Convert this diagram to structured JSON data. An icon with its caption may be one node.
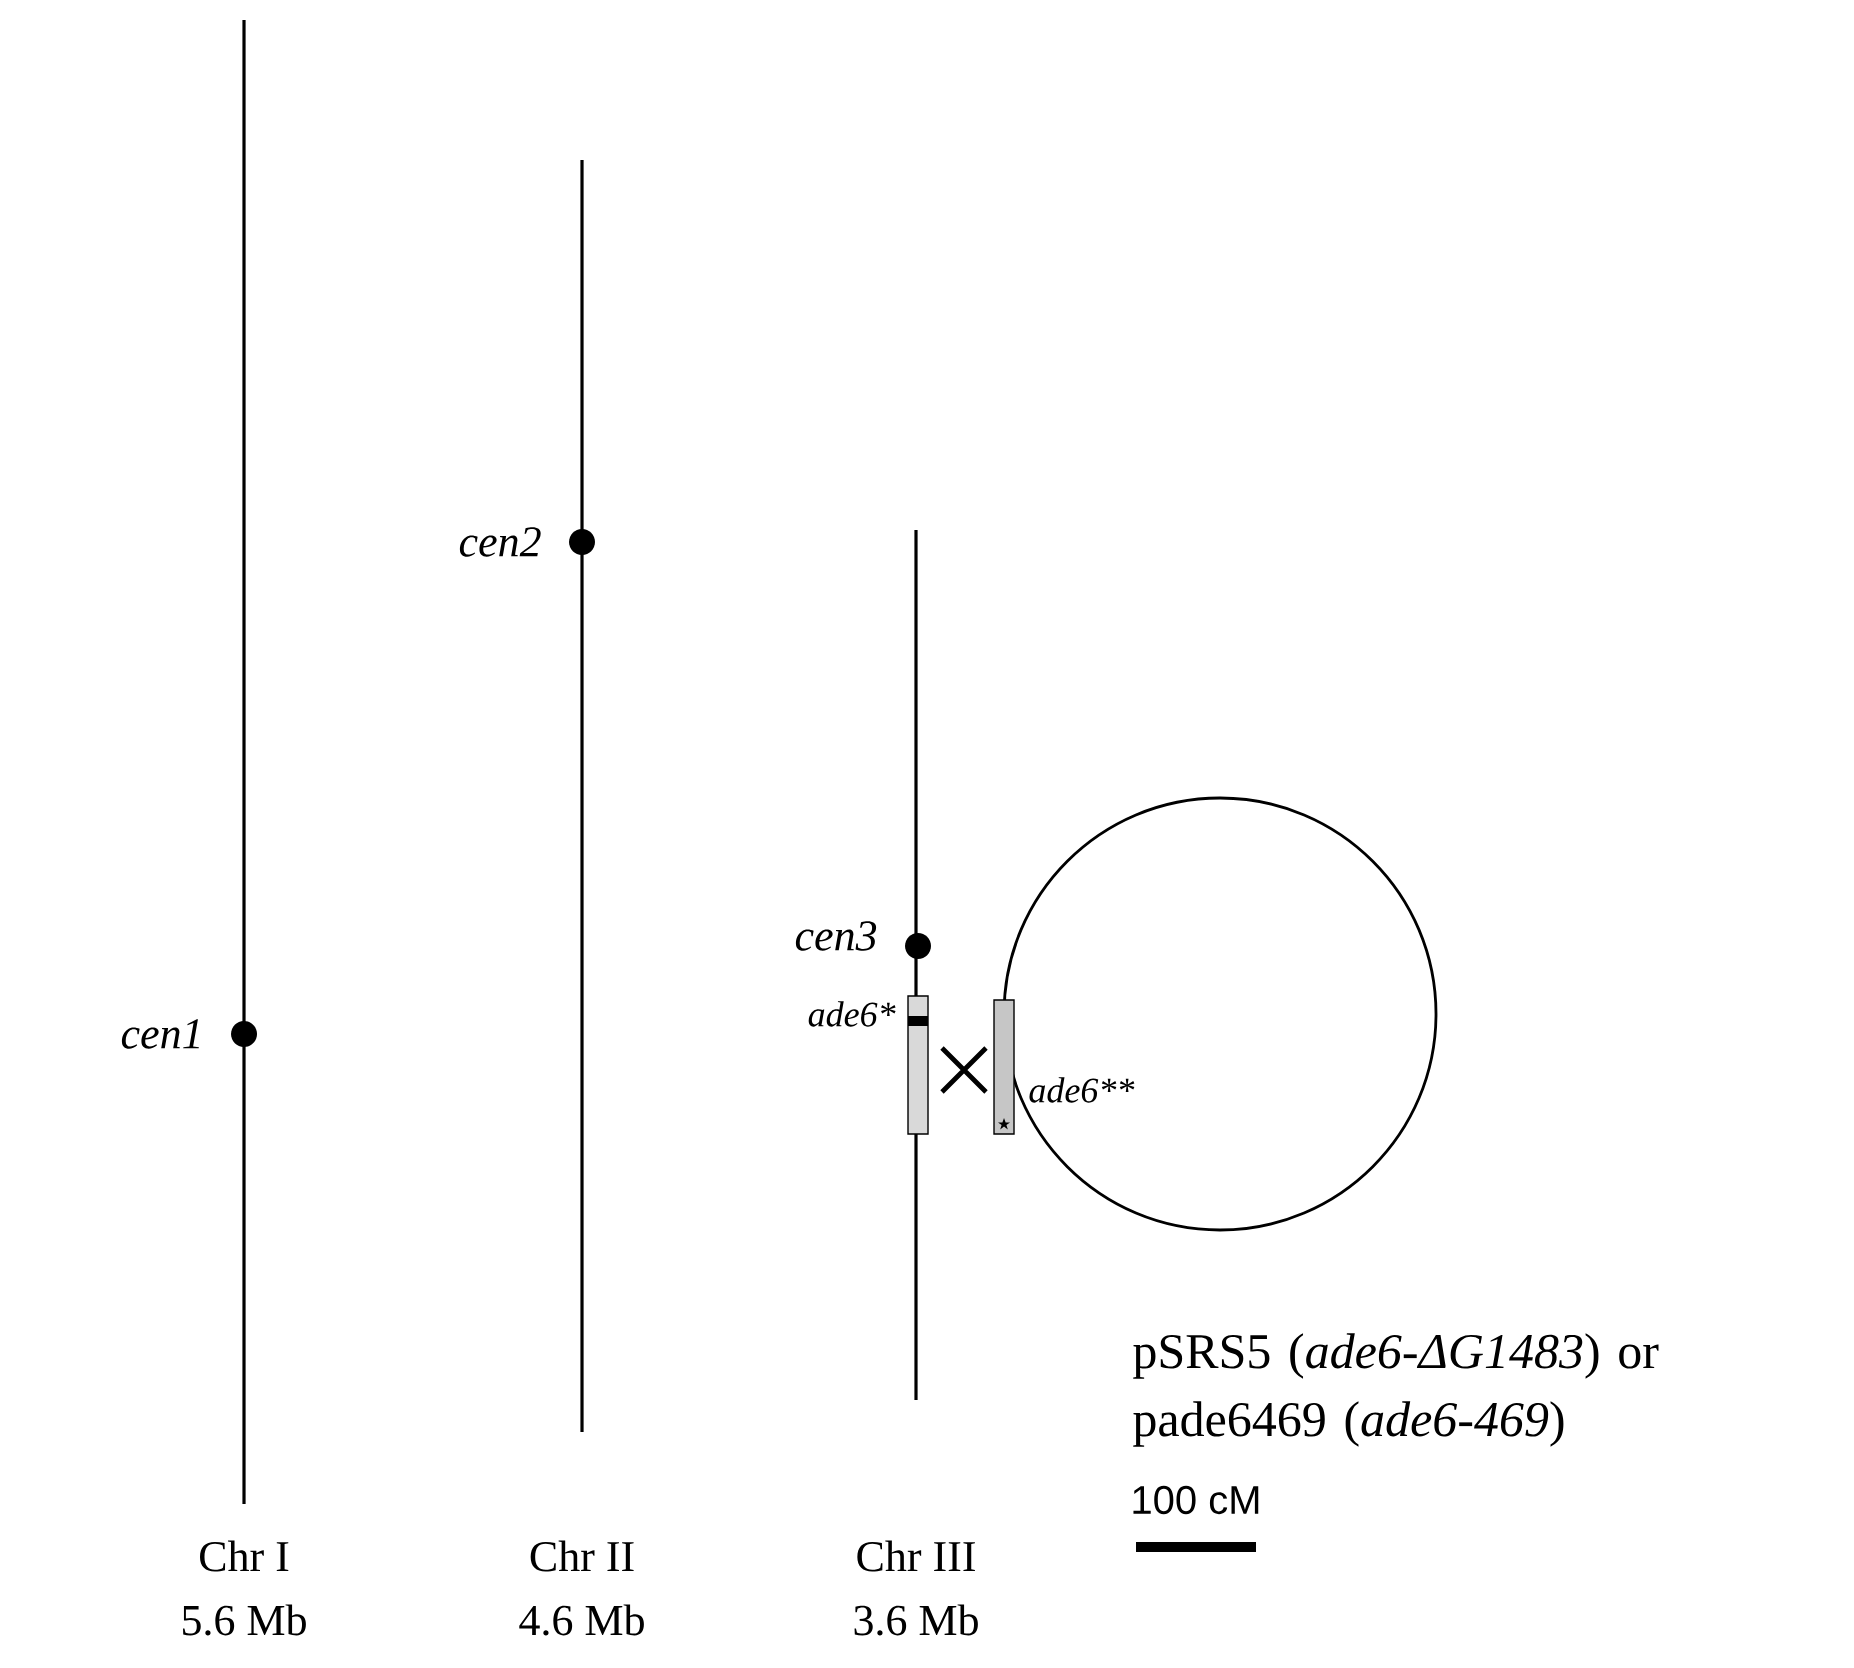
{
  "diagram": {
    "labels": [
      "cen2",
      "cen3",
      "ade6*",
      "cen1",
      "ade6**",
      "pSRS5 (*ade6-ΔG1483*) or pade6469 (*ade6-469*)",
      "Chr I",
      "Chr II",
      "Chr III",
      "100 cM",
      "5.6 Mb",
      "4.6 Mb",
      "3.6 Mb"
    ]
  }
}
